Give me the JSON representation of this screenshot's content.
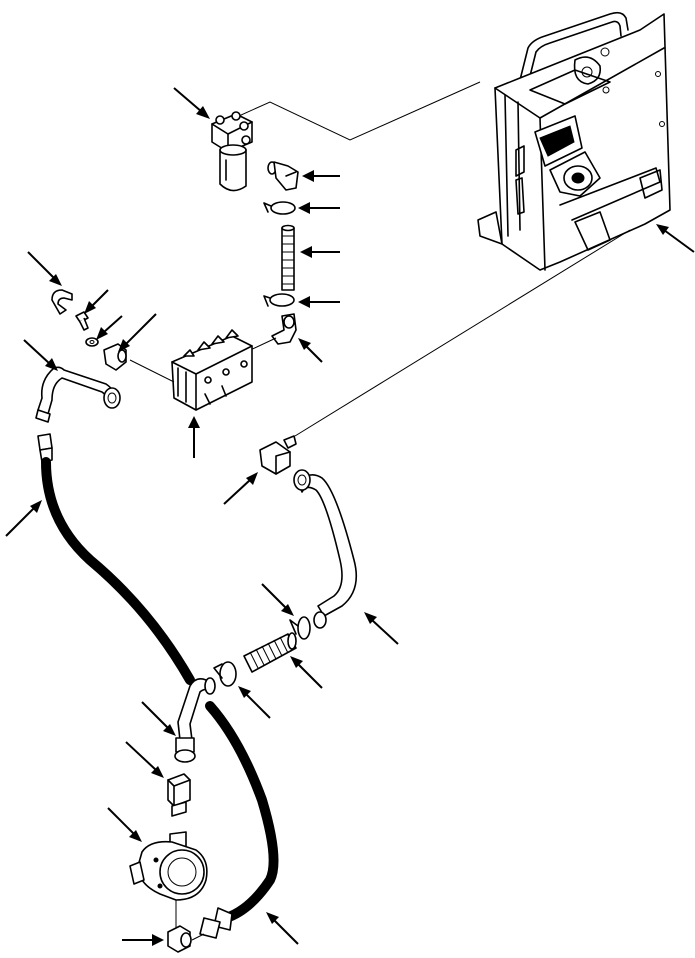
{
  "figure": {
    "text": "",
    "colors": {
      "ink": "#000000",
      "paper": "#ffffff"
    },
    "callout_count": 22,
    "parts": [
      "fuel-filter-assembly",
      "elbow-fitting-top",
      "hose-clamp-top",
      "short-hose-straight",
      "hose-clamp-lower",
      "elbow-fitting-at-block",
      "hose-clip",
      "small-bolt",
      "small-washer",
      "elbow-fitting-left",
      "bent-metal-tube-left",
      "distribution-block",
      "long-flexible-hose",
      "elbow-fitting-mid",
      "curved-tube-right",
      "hose-clamp-right",
      "short-hose-lower",
      "hose-clamp-left",
      "curved-tube-lower",
      "connector-fitting",
      "fuel-pump",
      "bottom-elbow-fitting",
      "bottom-hose-end",
      "engine-frame-panel"
    ]
  }
}
